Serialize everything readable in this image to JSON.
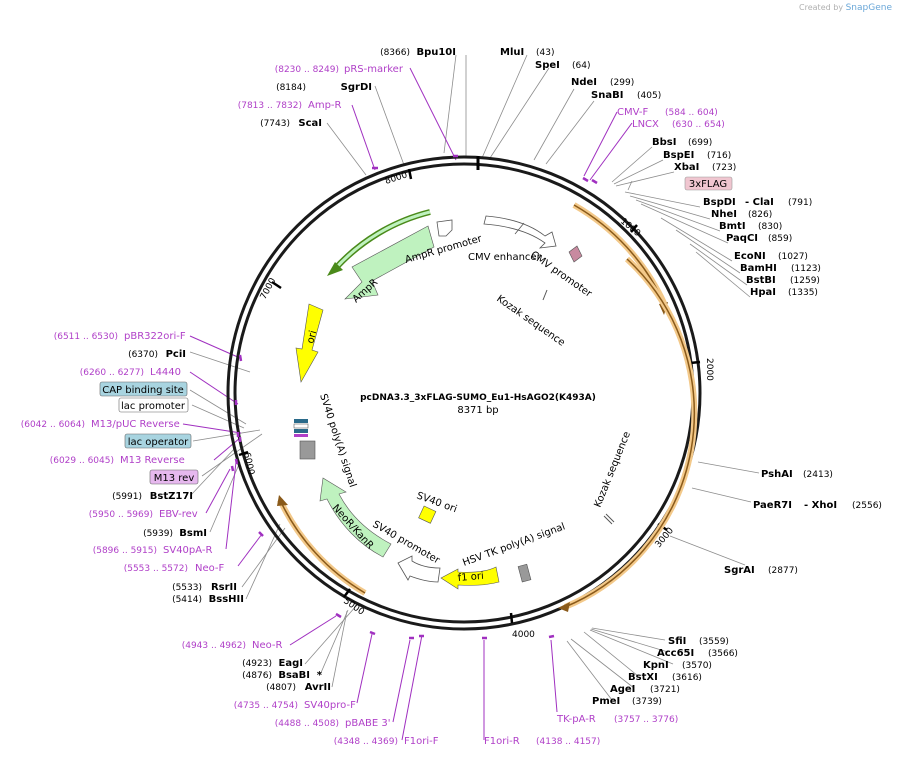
{
  "credit": {
    "prefix": "Created by",
    "brand": "SnapGene"
  },
  "plasmid": {
    "name": "pcDNA3.3_3xFLAG-SUMO_Eu1-HsAGO2(K493A)",
    "size_label": "8371 bp",
    "length": 8371
  },
  "ticks": [
    "1000",
    "2000",
    "3000",
    "4000",
    "5000",
    "6000",
    "7000",
    "8000"
  ],
  "enzymes_right": [
    {
      "pos": "(43)",
      "name": "MluI"
    },
    {
      "pos": "(64)",
      "name": "SpeI"
    },
    {
      "pos": "(299)",
      "name": "NdeI"
    },
    {
      "pos": "(405)",
      "name": "SnaBI"
    },
    {
      "pos": "(699)",
      "name": "BbsI"
    },
    {
      "pos": "(716)",
      "name": "BspEI"
    },
    {
      "pos": "(723)",
      "name": "XbaI"
    },
    {
      "pos": "(791)",
      "name": "BspDI",
      "extra": "- ClaI"
    },
    {
      "pos": "(826)",
      "name": "NheI"
    },
    {
      "pos": "(830)",
      "name": "BmtI"
    },
    {
      "pos": "(859)",
      "name": "PaqCI"
    },
    {
      "pos": "(1027)",
      "name": "EcoNI"
    },
    {
      "pos": "(1123)",
      "name": "BamHI"
    },
    {
      "pos": "(1259)",
      "name": "BstBI"
    },
    {
      "pos": "(1335)",
      "name": "HpaI"
    },
    {
      "pos": "(2413)",
      "name": "PshAI"
    },
    {
      "pos": "(2556)",
      "name": "PaeR7I",
      "extra": "- XhoI"
    },
    {
      "pos": "(2877)",
      "name": "SgrAI"
    },
    {
      "pos": "(3559)",
      "name": "SfiI"
    },
    {
      "pos": "(3566)",
      "name": "Acc65I"
    },
    {
      "pos": "(3570)",
      "name": "KpnI"
    },
    {
      "pos": "(3616)",
      "name": "BstXI"
    },
    {
      "pos": "(3721)",
      "name": "AgeI"
    },
    {
      "pos": "(3739)",
      "name": "PmeI"
    }
  ],
  "enzymes_left": [
    {
      "pos": "(8366)",
      "name": "Bpu10I"
    },
    {
      "pos": "(8184)",
      "name": "SgrDI"
    },
    {
      "pos": "(7743)",
      "name": "ScaI"
    },
    {
      "pos": "(6370)",
      "name": "PciI"
    },
    {
      "pos": "(5991)",
      "name": "BstZ17I"
    },
    {
      "pos": "(5939)",
      "name": "BsmI"
    },
    {
      "pos": "(5533)",
      "name": "RsrII"
    },
    {
      "pos": "(5414)",
      "name": "BssHII"
    },
    {
      "pos": "(4923)",
      "name": "EagI"
    },
    {
      "pos": "(4876)",
      "name": "BsaBI",
      "extra": "*"
    },
    {
      "pos": "(4807)",
      "name": "AvrII"
    }
  ],
  "primers": [
    {
      "name": "pRS-marker",
      "range": "(8230 .. 8249)"
    },
    {
      "name": "Amp-R",
      "range": "(7813 .. 7832)"
    },
    {
      "name": "CMV-F",
      "range": "(584 .. 604)"
    },
    {
      "name": "LNCX",
      "range": "(630 .. 654)"
    },
    {
      "name": "pBR322ori-F",
      "range": "(6511 .. 6530)"
    },
    {
      "name": "L4440",
      "range": "(6260 .. 6277)"
    },
    {
      "name": "M13/pUC Reverse",
      "range": "(6042 .. 6064)"
    },
    {
      "name": "M13 Reverse",
      "range": "(6029 .. 6045)"
    },
    {
      "name": "EBV-rev",
      "range": "(5950 .. 5969)"
    },
    {
      "name": "SV40pA-R",
      "range": "(5896 .. 5915)"
    },
    {
      "name": "Neo-F",
      "range": "(5553 .. 5572)"
    },
    {
      "name": "Neo-R",
      "range": "(4943 .. 4962)"
    },
    {
      "name": "SV40pro-F",
      "range": "(4735 .. 4754)"
    },
    {
      "name": "pBABE 3'",
      "range": "(4488 .. 4508)"
    },
    {
      "name": "F1ori-F",
      "range": "(4348 .. 4369)"
    },
    {
      "name": "F1ori-R",
      "range": "(4138 .. 4157)"
    },
    {
      "name": "TK-pA-R",
      "range": "(3757 .. 3776)"
    }
  ],
  "boxed_labels": [
    {
      "text": "3xFLAG",
      "color": "#f0c6d0"
    },
    {
      "text": "CAP binding site",
      "color": "#a8d4e0"
    },
    {
      "text": "lac promoter",
      "color": "#ffffff"
    },
    {
      "text": "lac operator",
      "color": "#a8d4e0"
    },
    {
      "text": "M13 rev",
      "color": "#e6b8ee"
    }
  ],
  "features": [
    {
      "text": "AmpR promoter"
    },
    {
      "text": "CMV enhancer"
    },
    {
      "text": "CMV promoter"
    },
    {
      "text": "AmpR"
    },
    {
      "text": "Kozak sequence"
    },
    {
      "text": "ori"
    },
    {
      "text": "SV40 poly(A) signal"
    },
    {
      "text": "Kozak sequence"
    },
    {
      "text": "SV40 ori"
    },
    {
      "text": "NeoR/KanR"
    },
    {
      "text": "SV40 promoter"
    },
    {
      "text": "HSV TK poly(A) signal"
    },
    {
      "text": "f1 ori"
    }
  ],
  "colors": {
    "backbone": "#1a1a1a",
    "enzyme_line": "#8c8c8c",
    "primer": "#a030c0",
    "insert_arrow": "#8a5a1a",
    "insert_glow": "#f3c98a",
    "ampr": "#bff2bf",
    "ampr_glow": "#4a8a1a",
    "ori": "#ffff00",
    "neo": "#bff2bf",
    "sv40_ori": "#ffff00",
    "promoter": "#ffffff",
    "terminator": "#999999",
    "flag": "#c88aa0",
    "credit_brand": "#6aa7d8"
  }
}
